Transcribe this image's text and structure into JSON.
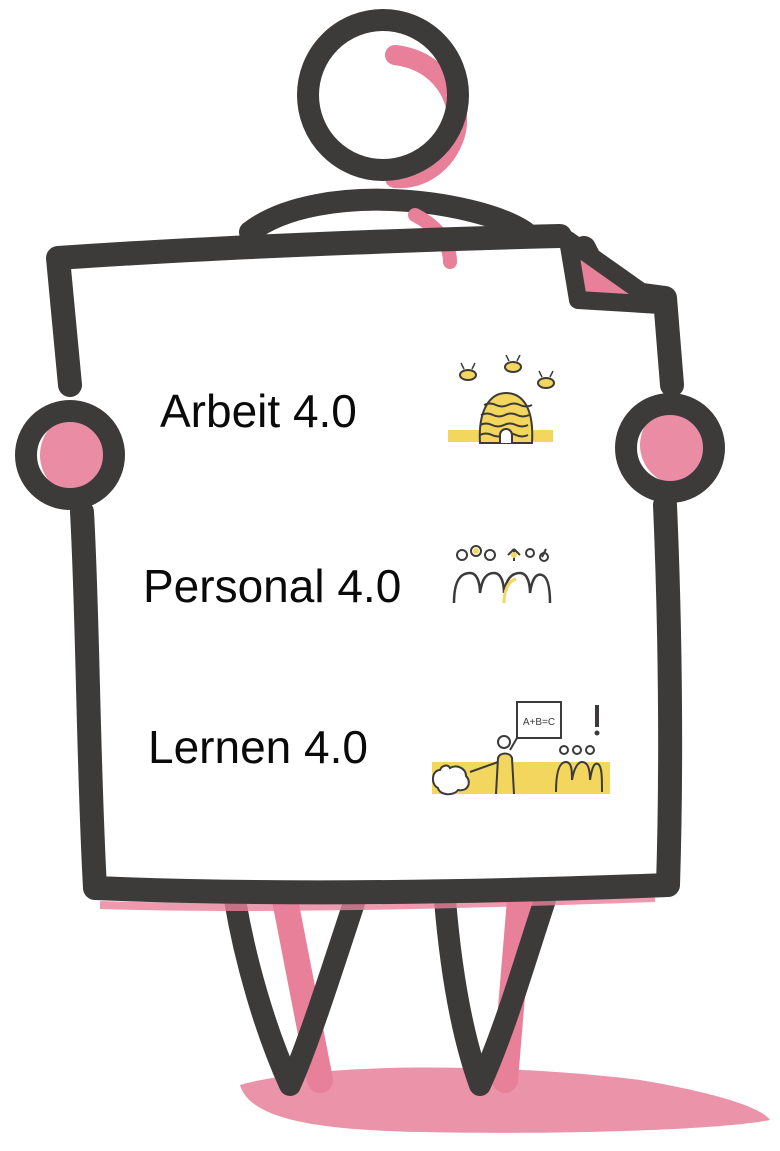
{
  "board": {
    "items": [
      {
        "label": "Arbeit 4.0",
        "icon": "beehive-icon"
      },
      {
        "label": "Personal 4.0",
        "icon": "team-ideas-icon"
      },
      {
        "label": "Lernen 4.0",
        "icon": "teacher-class-icon"
      }
    ]
  },
  "colors": {
    "ink": "#3d3b3a",
    "pink": "#e8809a",
    "yellow": "#f2d65e",
    "text": "#0a0a0a"
  },
  "icons": {
    "figure": "person-holding-sign-icon",
    "whiteboard_text": "A+B=C"
  }
}
